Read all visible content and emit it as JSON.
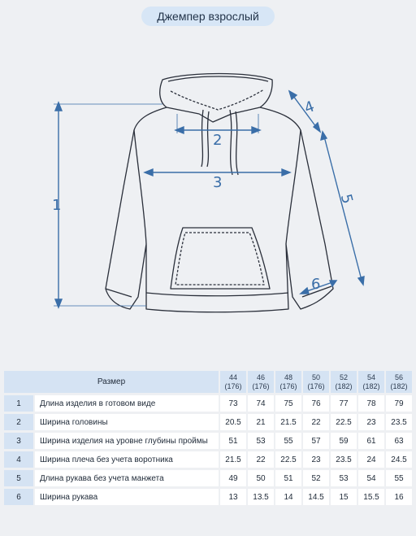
{
  "title": "Джемпер взрослый",
  "diagram": {
    "dimension_labels": [
      "1",
      "2",
      "3",
      "4",
      "5",
      "6"
    ],
    "line_color": "#3a6ea8",
    "outline_color": "#2a2f3a"
  },
  "table": {
    "header_label": "Размер",
    "sizes": [
      {
        "size": "44",
        "height": "(176)"
      },
      {
        "size": "46",
        "height": "(176)"
      },
      {
        "size": "48",
        "height": "(176)"
      },
      {
        "size": "50",
        "height": "(176)"
      },
      {
        "size": "52",
        "height": "(182)"
      },
      {
        "size": "54",
        "height": "(182)"
      },
      {
        "size": "56",
        "height": "(182)"
      }
    ],
    "rows": [
      {
        "num": "1",
        "label": "Длина изделия в готовом виде",
        "values": [
          "73",
          "74",
          "75",
          "76",
          "77",
          "78",
          "79"
        ]
      },
      {
        "num": "2",
        "label": "Ширина головины",
        "values": [
          "20.5",
          "21",
          "21.5",
          "22",
          "22.5",
          "23",
          "23.5"
        ]
      },
      {
        "num": "3",
        "label": "Ширина изделия на уровне глубины проймы",
        "values": [
          "51",
          "53",
          "55",
          "57",
          "59",
          "61",
          "63"
        ]
      },
      {
        "num": "4",
        "label": "Ширина плеча без учета воротника",
        "values": [
          "21.5",
          "22",
          "22.5",
          "23",
          "23.5",
          "24",
          "24.5"
        ]
      },
      {
        "num": "5",
        "label": "Длина рукава без учета манжета",
        "values": [
          "49",
          "50",
          "51",
          "52",
          "53",
          "54",
          "55"
        ]
      },
      {
        "num": "6",
        "label": "Ширина рукава",
        "values": [
          "13",
          "13.5",
          "14",
          "14.5",
          "15",
          "15.5",
          "16"
        ]
      }
    ]
  }
}
